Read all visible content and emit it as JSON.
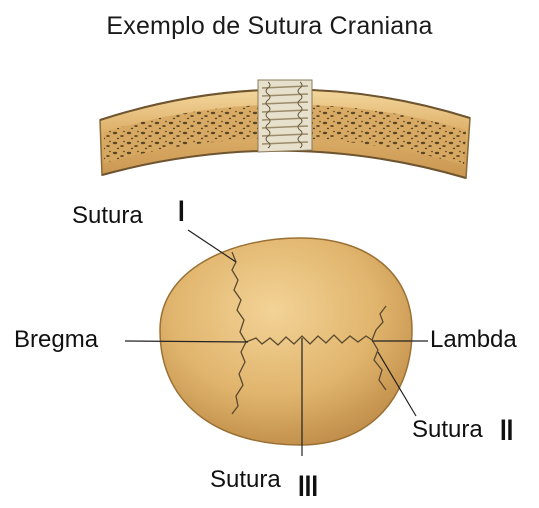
{
  "title": "Exemplo de Sutura Craniana",
  "labels": {
    "sutura_i": {
      "text": "Sutura",
      "numeral": "I"
    },
    "bregma": {
      "text": "Bregma"
    },
    "lambda": {
      "text": "Lambda"
    },
    "sutura_ii": {
      "text": "Sutura",
      "numeral": "II"
    },
    "sutura_iii": {
      "text": "Sutura",
      "numeral": "III"
    }
  },
  "colors": {
    "bone_light": "#eec98a",
    "bone_mid": "#d9a860",
    "bone_dark": "#b8863f",
    "spongy_dark": "#4a3a20",
    "suture_line": "#5a4a30",
    "leader_line": "#222222"
  }
}
